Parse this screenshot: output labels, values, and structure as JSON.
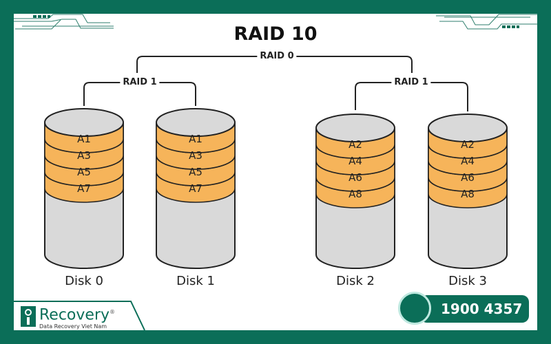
{
  "title": "RAID 10",
  "labels": {
    "raid0": "RAID 0",
    "raid1_left": "RAID 1",
    "raid1_right": "RAID 1"
  },
  "disks": [
    {
      "name": "Disk 0",
      "blocks": [
        "A1",
        "A3",
        "A5",
        "A7"
      ]
    },
    {
      "name": "Disk 1",
      "blocks": [
        "A1",
        "A3",
        "A5",
        "A7"
      ]
    },
    {
      "name": "Disk 2",
      "blocks": [
        "A2",
        "A4",
        "A6",
        "A8"
      ]
    },
    {
      "name": "Disk 3",
      "blocks": [
        "A2",
        "A4",
        "A6",
        "A8"
      ]
    }
  ],
  "brand": {
    "name": "Recovery",
    "reg": "®",
    "tagline": "Data Recovery Viet Nam"
  },
  "hotline": {
    "number": "1900 4357",
    "icon": "phone-icon"
  },
  "colors": {
    "frame": "#0b6e58",
    "block": "#f6b45a",
    "disk": "#d9d9d9"
  }
}
